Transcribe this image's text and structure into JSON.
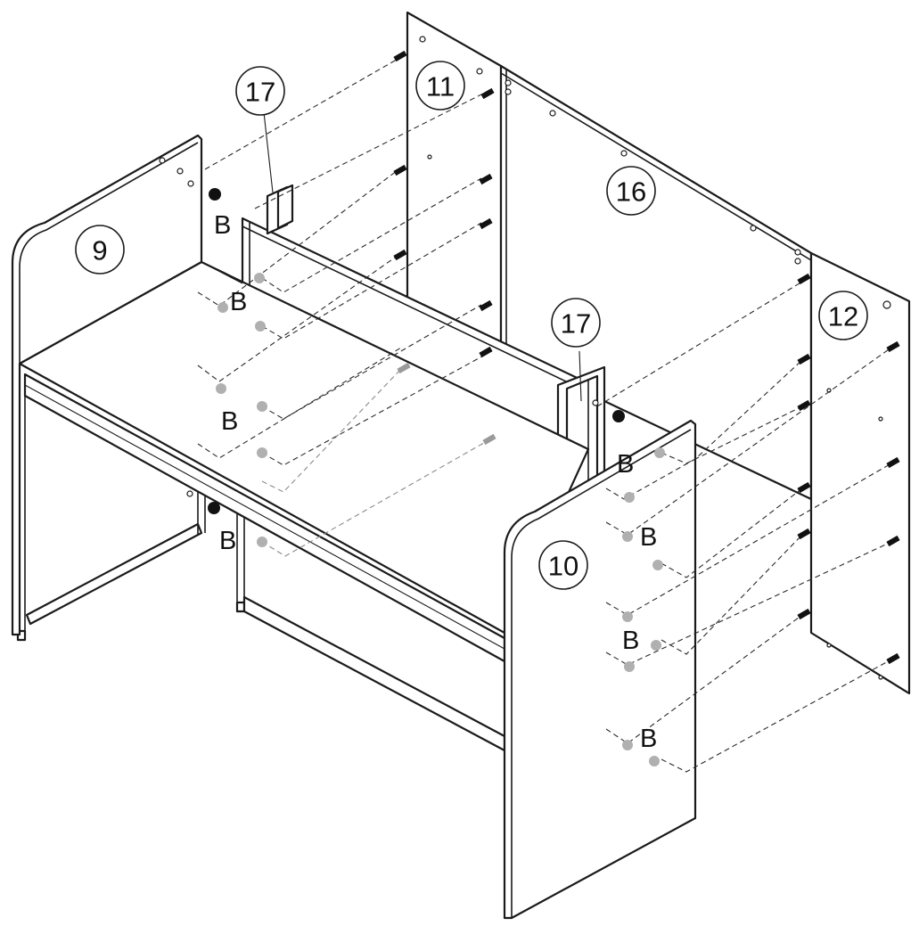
{
  "part_labels": [
    {
      "id": "p9",
      "text": "9"
    },
    {
      "id": "p10",
      "text": "10"
    },
    {
      "id": "p11",
      "text": "11"
    },
    {
      "id": "p12",
      "text": "12"
    },
    {
      "id": "p16",
      "text": "16"
    },
    {
      "id": "p17a",
      "text": "17"
    },
    {
      "id": "p17b",
      "text": "17"
    }
  ],
  "hardware_labels": [
    {
      "id": "b1",
      "text": "B"
    },
    {
      "id": "b2",
      "text": "B"
    },
    {
      "id": "b3",
      "text": "B"
    },
    {
      "id": "b4",
      "text": "B"
    },
    {
      "id": "b5",
      "text": "B"
    },
    {
      "id": "b6",
      "text": "B"
    },
    {
      "id": "b7",
      "text": "B"
    },
    {
      "id": "b8",
      "text": "B"
    }
  ]
}
